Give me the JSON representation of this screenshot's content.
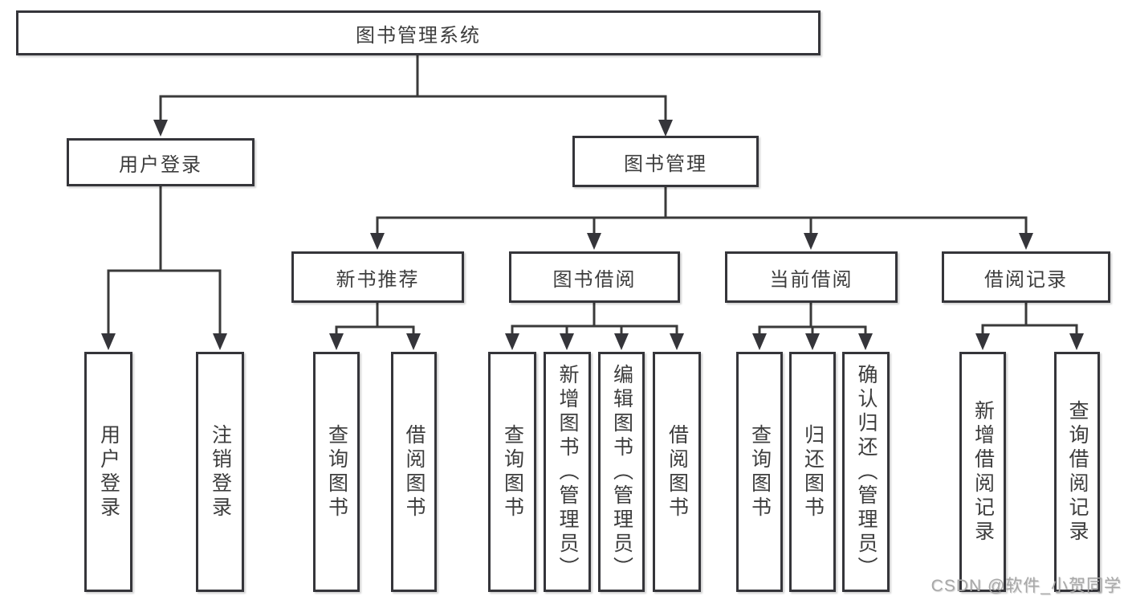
{
  "diagram": {
    "kind": "functional-structure-tree",
    "watermark": "CSDN @软件_小贺同学",
    "colors": {
      "line": "#3a3a3a",
      "box_border": "#35353a",
      "text": "#3d3d3d",
      "watermark": "#a8a8a8",
      "background": "#ffffff"
    }
  },
  "tree": {
    "label": "图书管理系统",
    "children": [
      {
        "label": "用户登录",
        "children": [
          {
            "label": "用户登录"
          },
          {
            "label": "注销登录"
          }
        ]
      },
      {
        "label": "图书管理",
        "children": [
          {
            "label": "新书推荐",
            "children": [
              {
                "label": "查询图书"
              },
              {
                "label": "借阅图书"
              }
            ]
          },
          {
            "label": "图书借阅",
            "children": [
              {
                "label": "查询图书"
              },
              {
                "label": "新增图书（管理员）"
              },
              {
                "label": "编辑图书（管理员）"
              },
              {
                "label": "借阅图书"
              }
            ]
          },
          {
            "label": "当前借阅",
            "children": [
              {
                "label": "查询图书"
              },
              {
                "label": "归还图书"
              },
              {
                "label": "确认归还（管理员）"
              }
            ]
          },
          {
            "label": "借阅记录",
            "children": [
              {
                "label": "新增借阅记录"
              },
              {
                "label": "查询借阅记录"
              }
            ]
          }
        ]
      }
    ]
  }
}
